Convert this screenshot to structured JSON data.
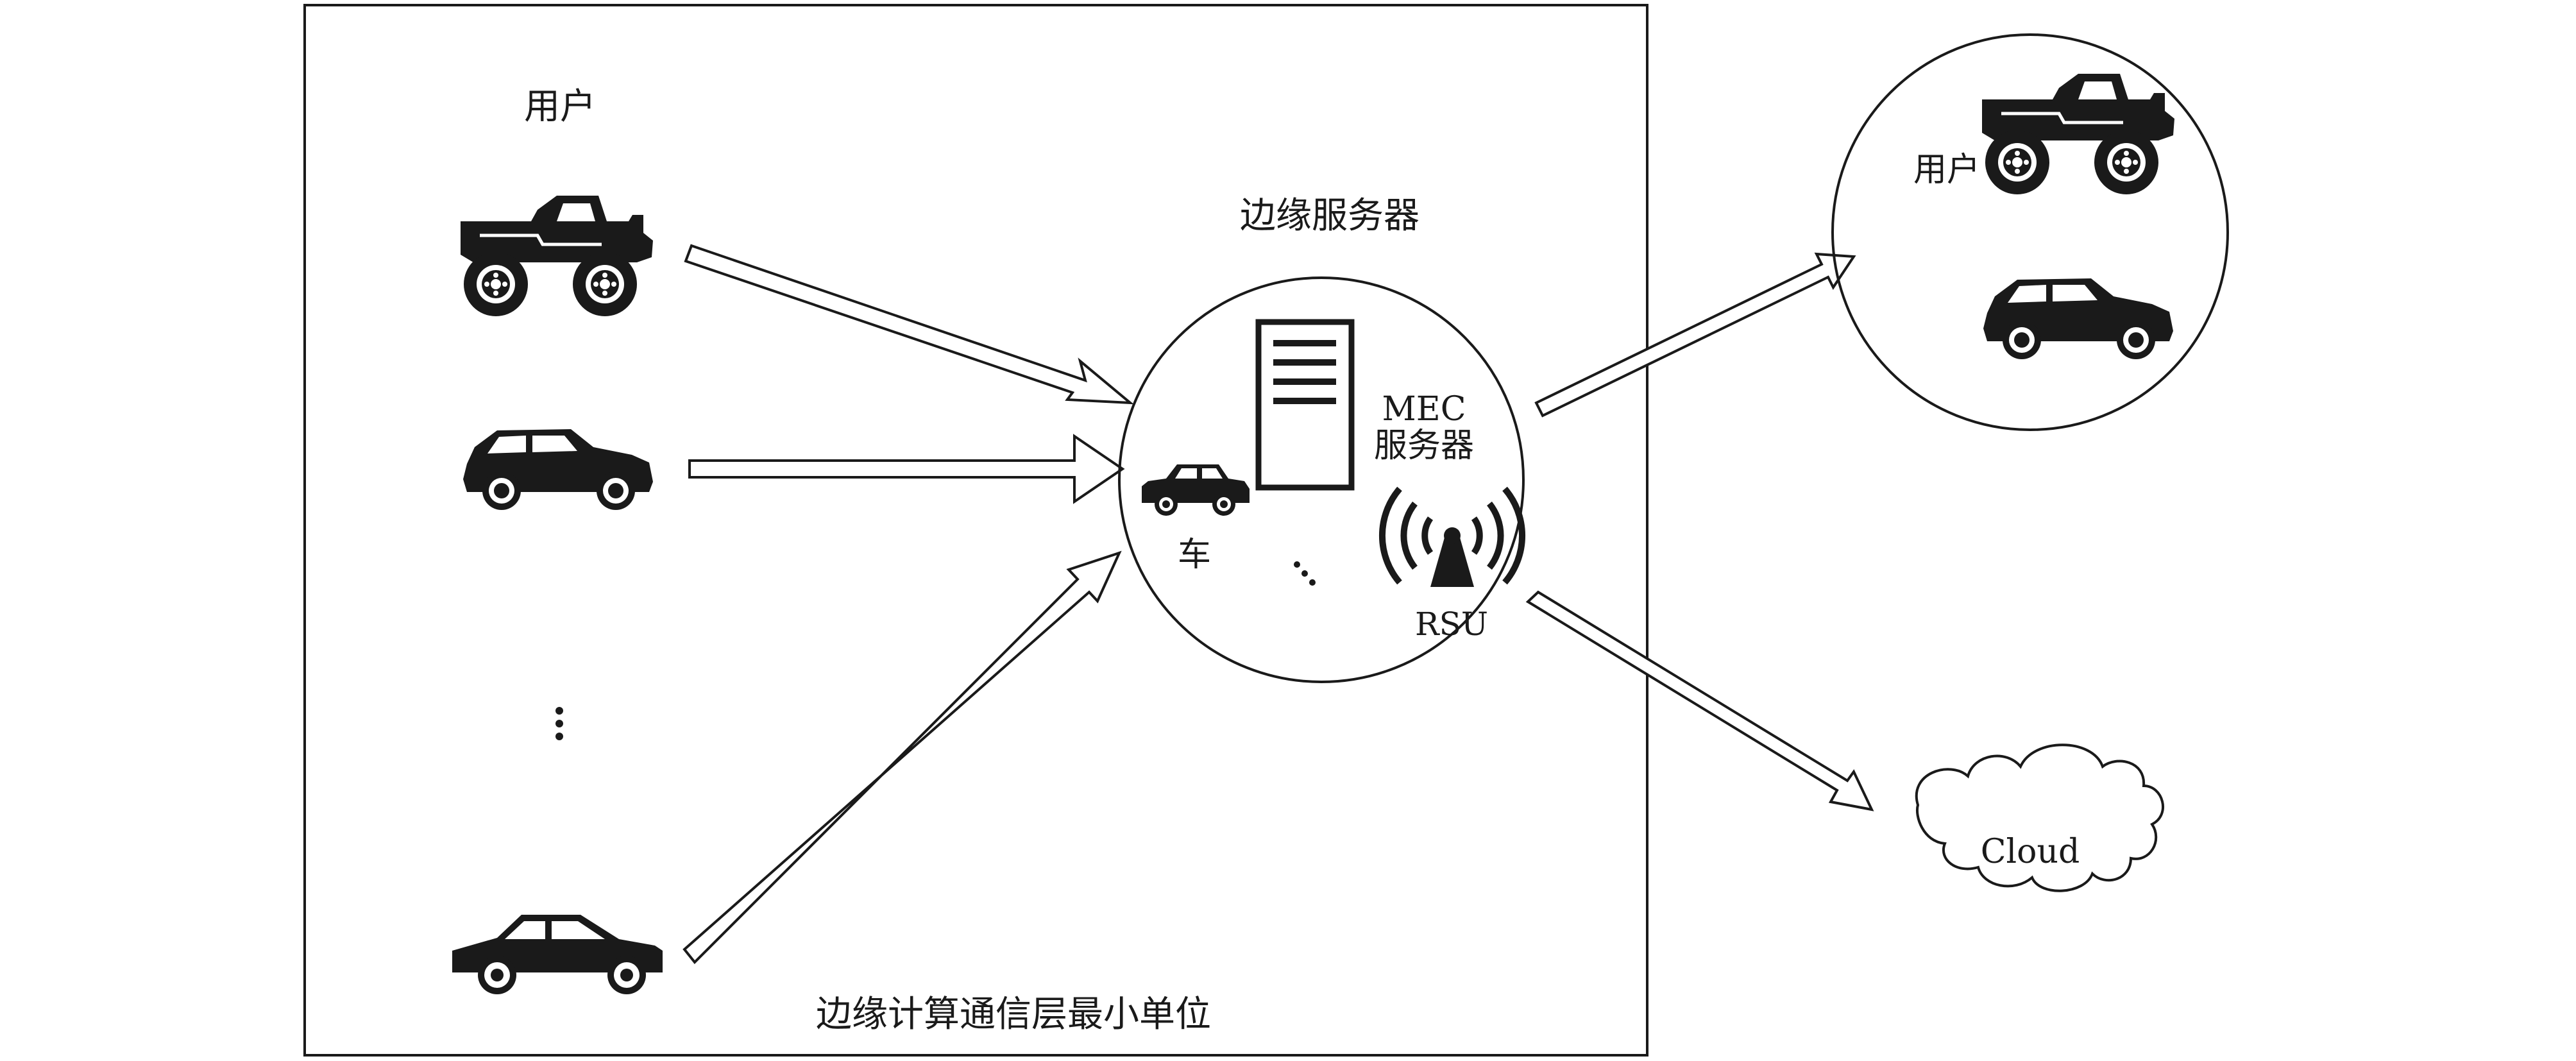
{
  "labels": {
    "users_left": "用户",
    "edge_server": "边缘服务器",
    "mec_line1": "MEC",
    "mec_line2": "服务器",
    "vehicle": "车",
    "rsu": "RSU",
    "users_right": "用户",
    "cloud": "Cloud",
    "unit_caption": "边缘计算通信层最小单位"
  },
  "icons": [
    "monster-truck-icon",
    "suv-icon",
    "hatchback-car-icon",
    "sedan-icon",
    "server-icon",
    "radio-tower-icon",
    "cloud-icon"
  ],
  "colors": {
    "stroke": "#1a1a1a",
    "fill": "#1a1a1a",
    "background": "#ffffff"
  }
}
